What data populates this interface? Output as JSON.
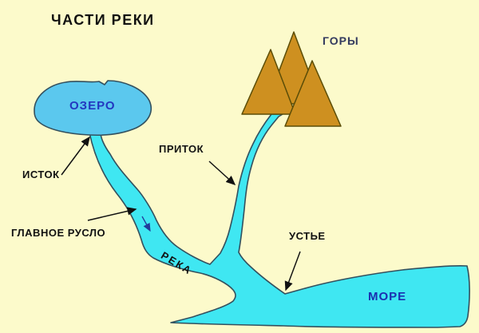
{
  "title": "ЧАСТИ РЕКИ",
  "labels": {
    "lake": "ОЗЕРО",
    "mountains": "ГОРЫ",
    "source": "ИСТОК",
    "tributary": "ПРИТОК",
    "main_channel": "ГЛАВНОЕ РУСЛО",
    "river": "РЕКА",
    "mouth": "УСТЬЕ",
    "sea": "МОРЕ"
  },
  "colors": {
    "background": "#FCFACB",
    "lake_fill": "#5BC8EE",
    "water_fill": "#3FE7F2",
    "water_stroke": "#33505E",
    "mountain_fill": "#CE9020",
    "mountain_stroke": "#5B4D07",
    "title_text": "#111111",
    "label_text": "#111111",
    "lake_text": "#2338C0",
    "sea_text": "#1B2FB0",
    "mountains_text": "#333A5E",
    "arrow": "#111111",
    "flow_arrow": "#223A9A"
  }
}
